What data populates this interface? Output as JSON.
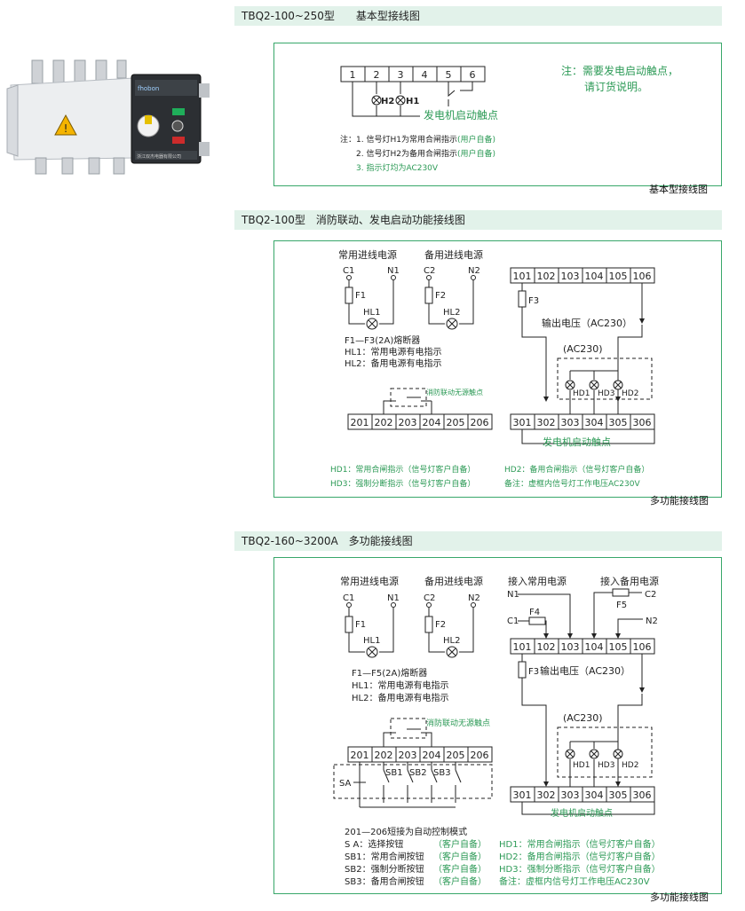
{
  "sec1": {
    "header": "TBQ2-100~250型　　基本型接线图",
    "caption": "基本型接线图",
    "terminals": [
      "1",
      "2",
      "3",
      "4",
      "5",
      "6"
    ],
    "h2": "H2",
    "h1": "H1",
    "gen_contact": "发电机启动触点",
    "note_right_1": "注：需要发电启动触点，",
    "note_right_2": "请订货说明。",
    "note1_pre": "注：1. 信号灯H1为常用合闸指示",
    "note1_green": "(用户自备)",
    "note2_pre": "2. 信号灯H2为备用合闸指示",
    "note2_green": "(用户自备)",
    "note3": "3. 指示灯均为AC230V",
    "product_brand": "fhobon",
    "product_label": "浙江双杰电器有限公司"
  },
  "sec2": {
    "header": "TBQ2-100型　消防联动、发电启动功能接线图",
    "caption": "多功能接线图",
    "common_src": "常用进线电源",
    "backup_src": "备用进线电源",
    "c1": "C1",
    "n1": "N1",
    "c2": "C2",
    "n2": "N2",
    "f1": "F1",
    "f2": "F2",
    "f3": "F3",
    "hl1": "HL1",
    "hl2": "HL2",
    "fuse_note": "F1—F3(2A)熔断器",
    "hl1_note": "HL1：常用电源有电指示",
    "hl2_note": "HL2：备用电源有电指示",
    "fire_contact": "消防联动无源触点",
    "t200": [
      "201",
      "202",
      "203",
      "204",
      "205",
      "206"
    ],
    "t100": [
      "101",
      "102",
      "103",
      "104",
      "105",
      "106"
    ],
    "t300": [
      "301",
      "302",
      "303",
      "304",
      "305",
      "306"
    ],
    "output_v": "输出电压（AC230）",
    "ac230": "(AC230)",
    "hd1": "HD1",
    "hd2": "HD2",
    "hd3": "HD3",
    "gen_contact": "发电机启动触点",
    "leg1": "HD1：常用合闸指示（信号灯客户自备）",
    "leg2": "HD2：备用合闸指示（信号灯客户自备）",
    "leg3": "HD3：强制分断指示（信号灯客户自备）",
    "leg4": "备注：虚框内信号灯工作电压AC230V"
  },
  "sec3": {
    "header": "TBQ2-160~3200A　多功能接线图",
    "caption": "多功能接线图",
    "common_src": "常用进线电源",
    "backup_src": "备用进线电源",
    "in_common": "接入常用电源",
    "in_backup": "接入备用电源",
    "c1": "C1",
    "n1": "N1",
    "c2": "C2",
    "n2": "N2",
    "f1": "F1",
    "f2": "F2",
    "f3": "F3",
    "f4": "F4",
    "f5": "F5",
    "hl1": "HL1",
    "hl2": "HL2",
    "fuse_note": "F1—F5(2A)熔断器",
    "hl1_note": "HL1：常用电源有电指示",
    "hl2_note": "HL2：备用电源有电指示",
    "fire_contact": "消防联动无源触点",
    "t200": [
      "201",
      "202",
      "203",
      "204",
      "205",
      "206"
    ],
    "t100": [
      "101",
      "102",
      "103",
      "104",
      "105",
      "106"
    ],
    "t300": [
      "301",
      "302",
      "303",
      "304",
      "305",
      "306"
    ],
    "output_v": "输出电压（AC230）",
    "ac230": "(AC230)",
    "hd1": "HD1",
    "hd2": "HD2",
    "hd3": "HD3",
    "sa": "SA",
    "sb1": "SB1",
    "sb2": "SB2",
    "sb3": "SB3",
    "gen_contact": "发电机启动触点",
    "auto_note": "201—206短接为自动控制模式",
    "sa_note": "S A：选择按钮",
    "sb1_note": "SB1：常用合闸按钮",
    "sb2_note": "SB2：强制分断按钮",
    "sb3_note": "SB3：备用合闸按钮",
    "user_own": "（客户自备）",
    "leg1": "HD1：常用合闸指示（信号灯客户自备）",
    "leg2": "HD2：备用合闸指示（信号灯客户自备）",
    "leg3": "HD3：强制分断指示（信号灯客户自备）",
    "leg4": "备注：虚框内信号灯工作电压AC230V"
  }
}
